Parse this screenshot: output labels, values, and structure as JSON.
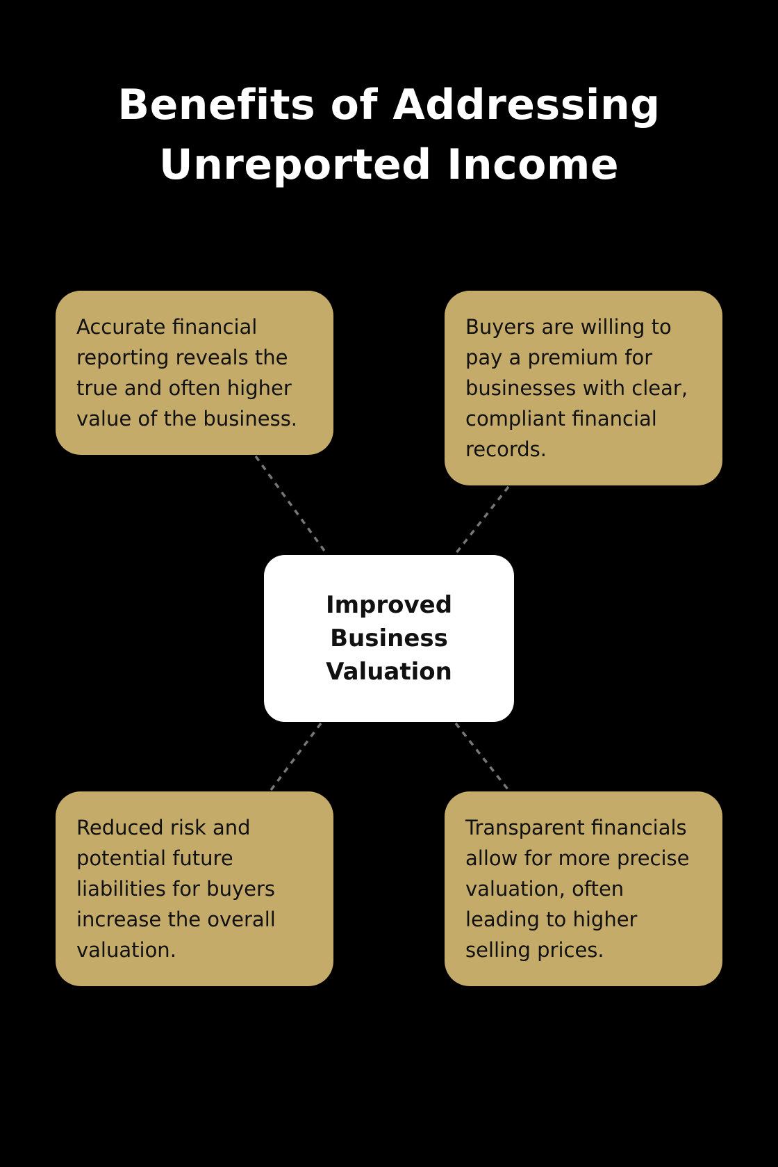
{
  "title": {
    "line1": "Benefits of Addressing",
    "line2": "Unreported Income"
  },
  "center": {
    "line1": "Improved",
    "line2": "Business",
    "line3": "Valuation"
  },
  "benefits": [
    {
      "lines": [
        "Accurate financial",
        "reporting reveals the",
        "true and often higher",
        "value of the business."
      ]
    },
    {
      "lines": [
        "Buyers are willing to",
        "pay a premium for",
        "businesses with clear,",
        "compliant financial",
        "records."
      ]
    },
    {
      "lines": [
        "Reduced risk and",
        "potential future",
        "liabilities for buyers",
        "increase the overall",
        "valuation."
      ]
    },
    {
      "lines": [
        "Transparent financials",
        "allow for more precise",
        "valuation, often",
        "leading to higher",
        "selling prices."
      ]
    }
  ],
  "colors": {
    "background": "#000000",
    "box": "#c4ab6a",
    "center_box": "#ffffff",
    "connector": "#777777"
  }
}
